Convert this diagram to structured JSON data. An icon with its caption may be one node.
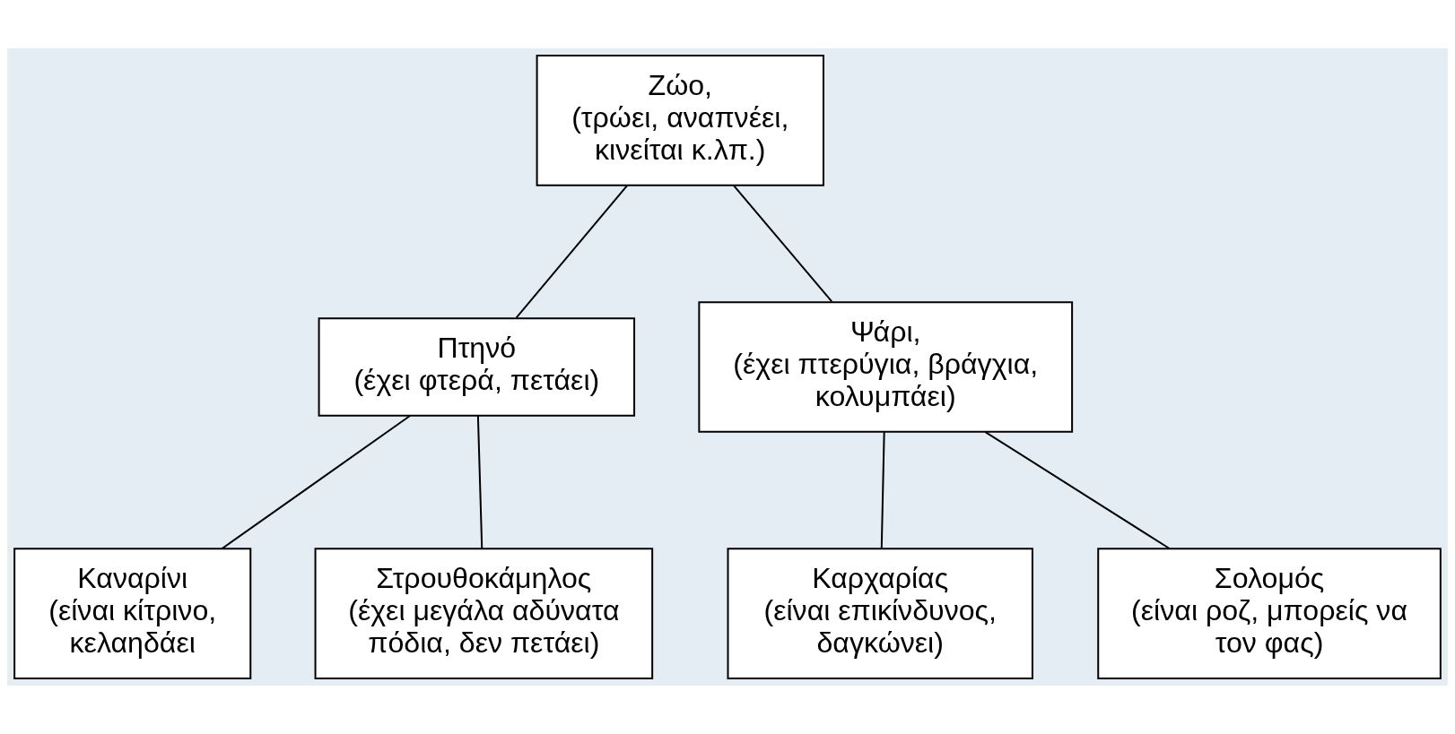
{
  "diagram": {
    "nodes": [
      {
        "text": [
          "Ζώο,",
          "(τρώει, αναπνέει, κινείται κ.λπ.)"
        ]
      },
      {
        "text": [
          "Πτηνό",
          "(έχει φτερά, πετάει)"
        ]
      },
      {
        "text": [
          "Ψάρι,",
          "(έχει πτερύγια, βράγχια, κολυμπάει)"
        ]
      },
      {
        "text": [
          "Καναρίνι",
          "(είναι κίτρινο, κελαηδάει"
        ]
      },
      {
        "text": [
          "Στρουθοκάμηλος",
          "(έχει μεγάλα αδύνατα πόδια, δεν πετάει)"
        ]
      },
      {
        "text": [
          "Καρχαρίας",
          "(είναι επικίνδυνος, δαγκώνει)"
        ]
      },
      {
        "text": [
          "Σολομός",
          "(είναι ροζ, μπορείς να τον φας)"
        ]
      }
    ],
    "edges": [
      {
        "from": 0,
        "to": 1,
        "arrow": "none"
      },
      {
        "from": 0,
        "to": 2,
        "arrow": "none"
      },
      {
        "from": 1,
        "to": 3,
        "arrow": "none"
      },
      {
        "from": 1,
        "to": 4,
        "arrow": "none"
      },
      {
        "from": 2,
        "to": 5,
        "arrow": "none"
      },
      {
        "from": 2,
        "to": 6,
        "arrow": "none"
      }
    ]
  }
}
